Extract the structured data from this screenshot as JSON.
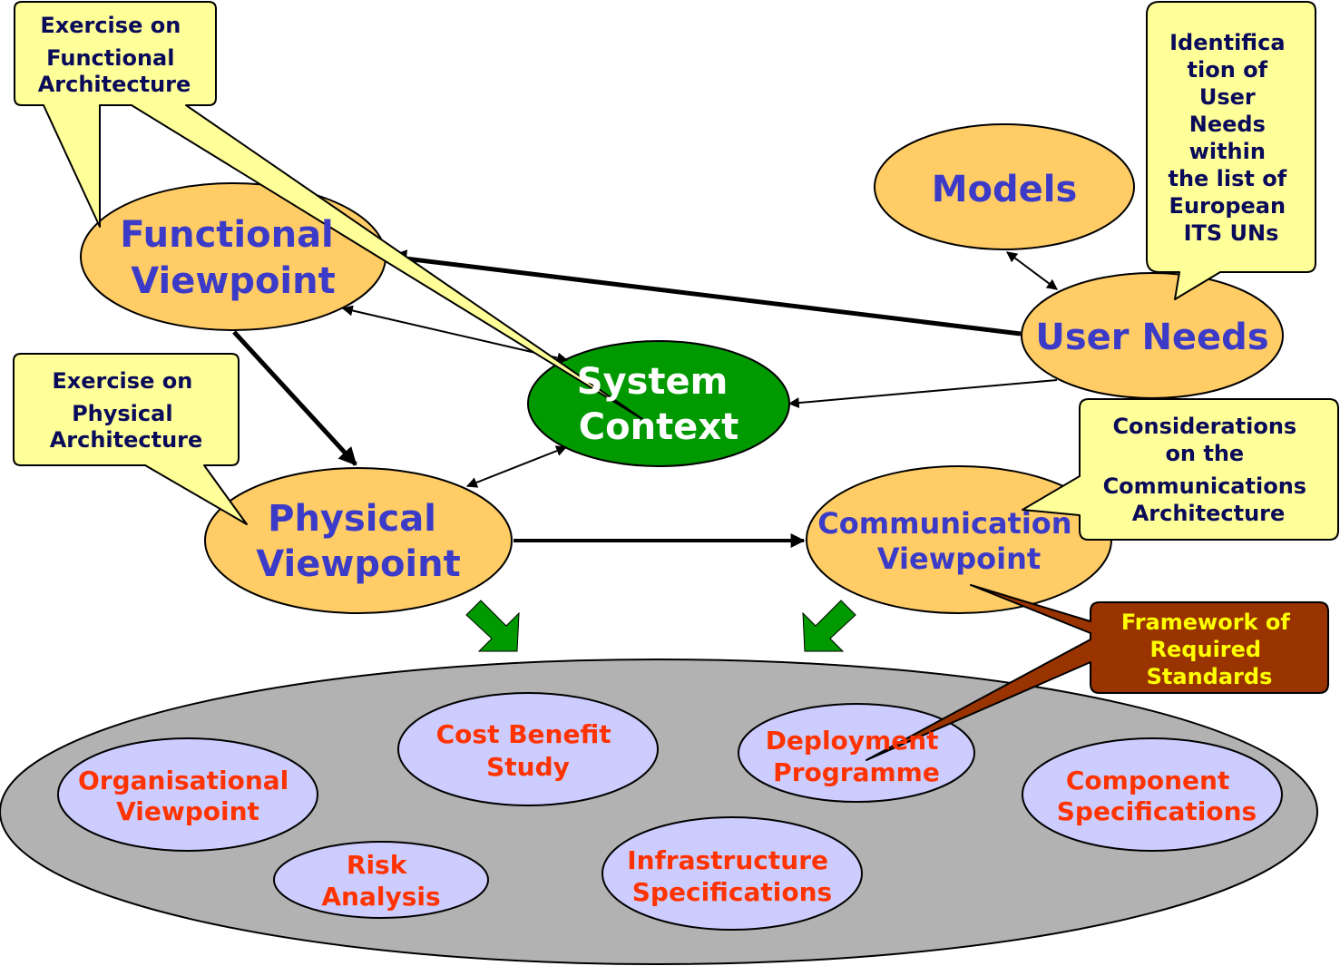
{
  "colors": {
    "viewpoint_fill": "#ffcc66",
    "system_context_fill": "#009900",
    "deliverable_fill": "#ccccff",
    "base_fill": "#b2b2b2",
    "callout_fill": "#ffff99",
    "standards_fill": "#993300",
    "label_blue": "#3b3bc8",
    "label_red": "#ff3300",
    "down_arrow_green": "#009900"
  },
  "nodes": {
    "functional": [
      "Functional",
      "Viewpoint"
    ],
    "models": "Models",
    "user_needs": "User Needs",
    "system_context": [
      "System",
      "Context"
    ],
    "physical": [
      "Physical",
      "Viewpoint"
    ],
    "communication": [
      "Communication",
      "Viewpoint"
    ]
  },
  "deliverables": {
    "organisational": [
      "Organisational",
      "Viewpoint"
    ],
    "cost_benefit": [
      "Cost Benefit",
      "Study"
    ],
    "deployment": [
      "Deployment",
      "Programme"
    ],
    "component": [
      "Component",
      "Specifications"
    ],
    "risk": [
      "Risk",
      "Analysis"
    ],
    "infrastructure": [
      "Infrastructure",
      "Specifications"
    ]
  },
  "callouts": {
    "functional_exercise": [
      "Exercise on",
      "Functional",
      "Architecture"
    ],
    "physical_exercise": [
      "Exercise on",
      "Physical",
      "Architecture"
    ],
    "user_needs_identification": [
      "Identifica",
      "tion of",
      "User",
      "Needs",
      "within",
      "the list of",
      "European",
      "ITS UNs"
    ],
    "communications_considerations": [
      "Considerations",
      "on the",
      "Communications",
      "Architecture"
    ],
    "standards_framework": [
      "Framework of",
      "Required",
      "Standards"
    ]
  }
}
